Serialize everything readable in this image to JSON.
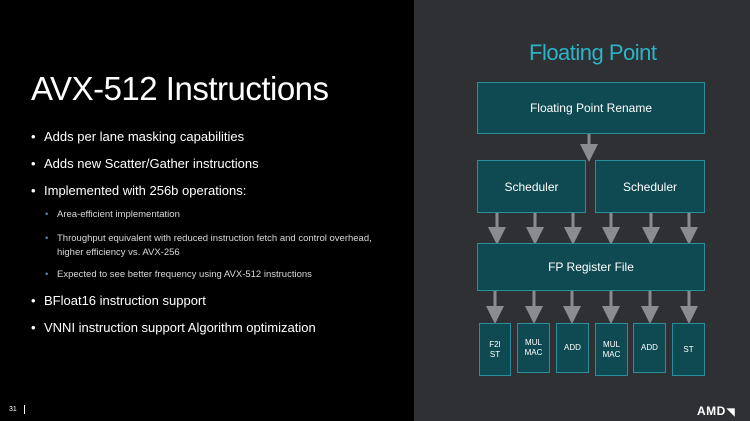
{
  "slide": {
    "title": "AVX-512 Instructions",
    "bullets": [
      {
        "text": "Adds per lane masking capabilities"
      },
      {
        "text": "Adds new Scatter/Gather instructions"
      },
      {
        "text": "Implemented with 256b operations:"
      },
      {
        "text": "Area-efficient implementation",
        "sub": true
      },
      {
        "text": "Throughput equivalent with reduced instruction fetch and control overhead, higher efficiency vs. AVX-256",
        "sub": true
      },
      {
        "text": "Expected to see better frequency using AVX-512 instructions",
        "sub": true
      },
      {
        "text": "BFloat16 instruction support"
      },
      {
        "text": "VNNI instruction support Algorithm optimization"
      }
    ],
    "page_number": "31",
    "logo": "AMD"
  },
  "diagram": {
    "title": "Floating Point",
    "rename": "Floating Point Rename",
    "schedulers": [
      "Scheduler",
      "Scheduler"
    ],
    "register_file": "FP Register File",
    "units": [
      "F2I\nST",
      "MUL\nMAC",
      "ADD",
      "MUL\nMAC",
      "ADD",
      "ST"
    ]
  },
  "colors": {
    "left_background": "#000000",
    "right_background": "#2f3033",
    "diagram_title": "#2bb3c8",
    "box_fill": "#0f4a52",
    "box_border": "#2a8e9c",
    "arrow": "#8a8c90",
    "sub_bullet_dot": "#4a90c8"
  }
}
